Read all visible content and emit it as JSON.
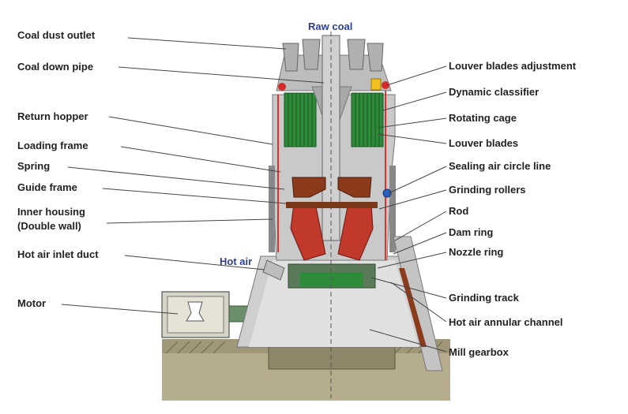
{
  "colors": {
    "housing_gray": "#c9c9c9",
    "housing_dark": "#9a9a9a",
    "classifier_green": "#2e8b3a",
    "grinding_red": "#c0392b",
    "gearbox_green": "#2f6b35",
    "ground": "#b5ad8c",
    "label_blue": "#2c3e9a"
  },
  "flow_labels": {
    "raw_coal": "Raw coal",
    "hot_air": "Hot air"
  },
  "labels_left": {
    "coal_dust_outlet": "Coal dust outlet",
    "coal_down_pipe": "Coal down pipe",
    "return_hopper": "Return hopper",
    "loading_frame": "Loading frame",
    "spring": "Spring",
    "guide_frame": "Guide frame",
    "inner_housing_1": "Inner housing",
    "inner_housing_2": "(Double wall)",
    "hot_air_inlet_duct": "Hot air inlet duct",
    "motor": "Motor"
  },
  "labels_right": {
    "louver_blades_adjustment": "Louver blades adjustment",
    "dynamic_classifier": "Dynamic classifier",
    "rotating_cage": "Rotating cage",
    "louver_blades": "Louver blades",
    "sealing_air_circle_line": "Sealing air circle line",
    "grinding_rollers": "Grinding rollers",
    "rod": "Rod",
    "dam_ring": "Dam ring",
    "nozzle_ring": "Nozzle ring",
    "grinding_track": "Grinding track",
    "hot_air_annular_channel": "Hot air annular channel",
    "mill_gearbox": "Mill gearbox"
  }
}
